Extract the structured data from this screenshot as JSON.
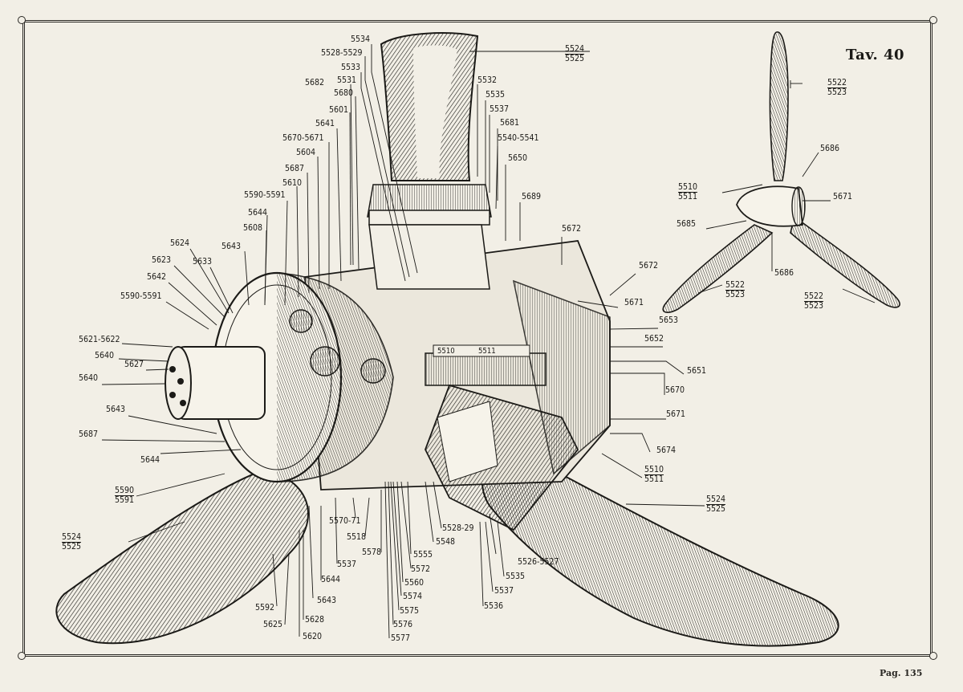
{
  "plate_title": "Tav. 40",
  "page_number": "Pag. 135",
  "labels": [
    {
      "id": "l1",
      "text": "5534"
    },
    {
      "id": "l2",
      "text": "5528-5529"
    },
    {
      "id": "l3",
      "text": "5533"
    },
    {
      "id": "l4",
      "text": "5682"
    },
    {
      "id": "l5",
      "text": "5531"
    },
    {
      "id": "l6",
      "text": "5680"
    },
    {
      "id": "l7",
      "text": "5601"
    },
    {
      "id": "l8",
      "text": "5641"
    },
    {
      "id": "l9",
      "text": "5670-5671"
    },
    {
      "id": "l10",
      "text": "5604"
    },
    {
      "id": "l11",
      "text": "5687"
    },
    {
      "id": "l12",
      "text": "5610"
    },
    {
      "id": "l13",
      "text": "5590-5591"
    },
    {
      "id": "l14",
      "text": "5644"
    },
    {
      "id": "l15",
      "text": "5608"
    },
    {
      "id": "l16",
      "text": "5643"
    },
    {
      "id": "l17",
      "text": "5624"
    },
    {
      "id": "l18",
      "text": "5623"
    },
    {
      "id": "l19",
      "text": "5633"
    },
    {
      "id": "l20",
      "text": "5642"
    },
    {
      "id": "l21",
      "text": "5590-5591"
    },
    {
      "id": "l22",
      "text": "5621-5622"
    },
    {
      "id": "l23",
      "text": "5640"
    },
    {
      "id": "l24",
      "text": "5627"
    },
    {
      "id": "l25",
      "text": "5640"
    },
    {
      "id": "l26",
      "text": "5643"
    },
    {
      "id": "l27",
      "text": "5687"
    },
    {
      "id": "l28",
      "text": "5644"
    },
    {
      "id": "l29",
      "text": "5532"
    },
    {
      "id": "l30",
      "text": "5535"
    },
    {
      "id": "l31",
      "text": "5537"
    },
    {
      "id": "l32",
      "text": "5681"
    },
    {
      "id": "l33",
      "text": "5540-5541"
    },
    {
      "id": "l34",
      "text": "5650"
    },
    {
      "id": "l35",
      "text": "5689"
    },
    {
      "id": "l36",
      "text": "5672"
    },
    {
      "id": "l37",
      "text": "5672"
    },
    {
      "id": "l38",
      "text": "5671"
    },
    {
      "id": "l39",
      "text": "5653"
    },
    {
      "id": "l40",
      "text": "5652"
    },
    {
      "id": "l41",
      "text": "5651"
    },
    {
      "id": "l42",
      "text": "5670"
    },
    {
      "id": "l43",
      "text": "5671"
    },
    {
      "id": "l44",
      "text": "5674"
    },
    {
      "id": "l45",
      "text": "5570-71"
    },
    {
      "id": "l46",
      "text": "5518"
    },
    {
      "id": "l47",
      "text": "5578"
    },
    {
      "id": "l48",
      "text": "5537"
    },
    {
      "id": "l49",
      "text": "5644"
    },
    {
      "id": "l50",
      "text": "5643"
    },
    {
      "id": "l51",
      "text": "5592"
    },
    {
      "id": "l52",
      "text": "5625"
    },
    {
      "id": "l53",
      "text": "5628"
    },
    {
      "id": "l54",
      "text": "5620"
    },
    {
      "id": "l55",
      "text": "5555"
    },
    {
      "id": "l56",
      "text": "5572"
    },
    {
      "id": "l57",
      "text": "5560"
    },
    {
      "id": "l58",
      "text": "5574"
    },
    {
      "id": "l59",
      "text": "5575"
    },
    {
      "id": "l60",
      "text": "5576"
    },
    {
      "id": "l61",
      "text": "5577"
    },
    {
      "id": "l62",
      "text": "5548"
    },
    {
      "id": "l63",
      "text": "5528-29"
    },
    {
      "id": "l64",
      "text": "5526-5527"
    },
    {
      "id": "l65",
      "text": "5535"
    },
    {
      "id": "l66",
      "text": "5537"
    },
    {
      "id": "l67",
      "text": "5536"
    },
    {
      "id": "l68",
      "text": "5686"
    },
    {
      "id": "l69",
      "text": "5671"
    },
    {
      "id": "l70",
      "text": "5685"
    },
    {
      "id": "l71",
      "text": "5686"
    },
    {
      "id": "f1",
      "top": "5524",
      "bottom": "5525"
    },
    {
      "id": "f2",
      "top": "5522",
      "bottom": "5523"
    },
    {
      "id": "f3",
      "top": "5510",
      "bottom": "5511"
    },
    {
      "id": "f4",
      "top": "5522",
      "bottom": "5523"
    },
    {
      "id": "f5",
      "top": "5522",
      "bottom": "5523"
    },
    {
      "id": "f6",
      "top": "5510",
      "bottom": "5511"
    },
    {
      "id": "f7",
      "top": "5524",
      "bottom": "5525"
    },
    {
      "id": "f8",
      "top": "5590",
      "bottom": "5591"
    },
    {
      "id": "f9",
      "top": "5524",
      "bottom": "5525"
    }
  ],
  "inline_marks": [
    {
      "id": "m1",
      "text": "5510"
    },
    {
      "id": "m2",
      "text": "5511"
    }
  ]
}
